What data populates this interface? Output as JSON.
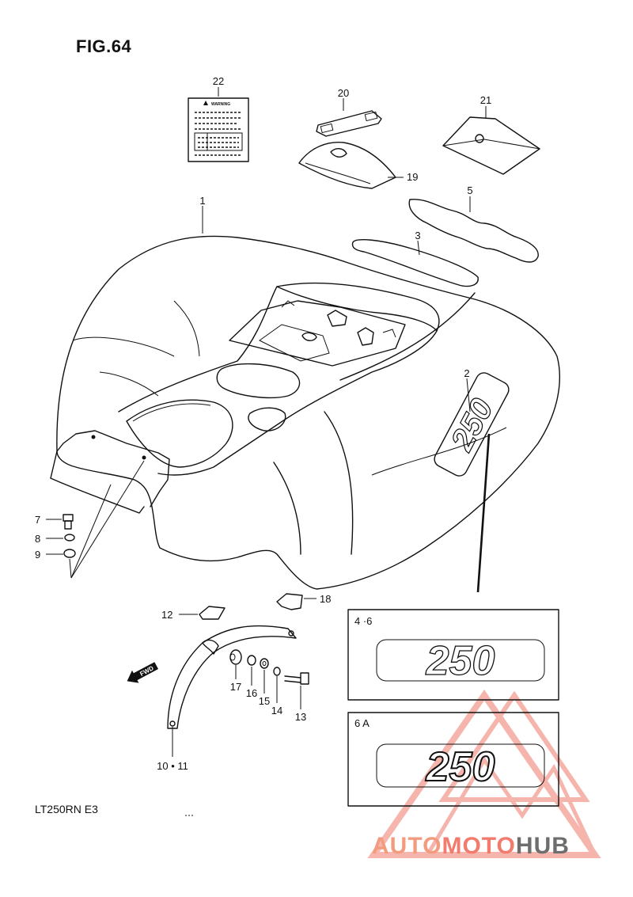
{
  "figure": {
    "title": "FIG.64",
    "model_code": "LT250RN  E3"
  },
  "warning_label": {
    "text": "WARNING"
  },
  "callouts": {
    "c1": "1",
    "c2": "2",
    "c3": "3",
    "c5": "5",
    "c7": "7",
    "c8": "8",
    "c9": "9",
    "c10_11": "10 • 11",
    "c12": "12",
    "c13": "13",
    "c14": "14",
    "c15": "15",
    "c16": "16",
    "c17": "17",
    "c18": "18",
    "c19": "19",
    "c20": "20",
    "c21": "21",
    "c22": "22"
  },
  "decal_boxes": [
    {
      "label": "4 ·6",
      "decal_text": "250"
    },
    {
      "label": "6 A",
      "decal_text": "250"
    }
  ],
  "side_decal_text": "250",
  "fwd_arrow": {
    "text": "FWD"
  },
  "watermark": {
    "part1": "AUTO",
    "part2": "MOTO",
    "part3": "HUB",
    "colors": {
      "auto": "#f39b7e",
      "moto": "#f27b6e",
      "hub": "#6e6e6e",
      "logo": "#f07a6a"
    }
  }
}
